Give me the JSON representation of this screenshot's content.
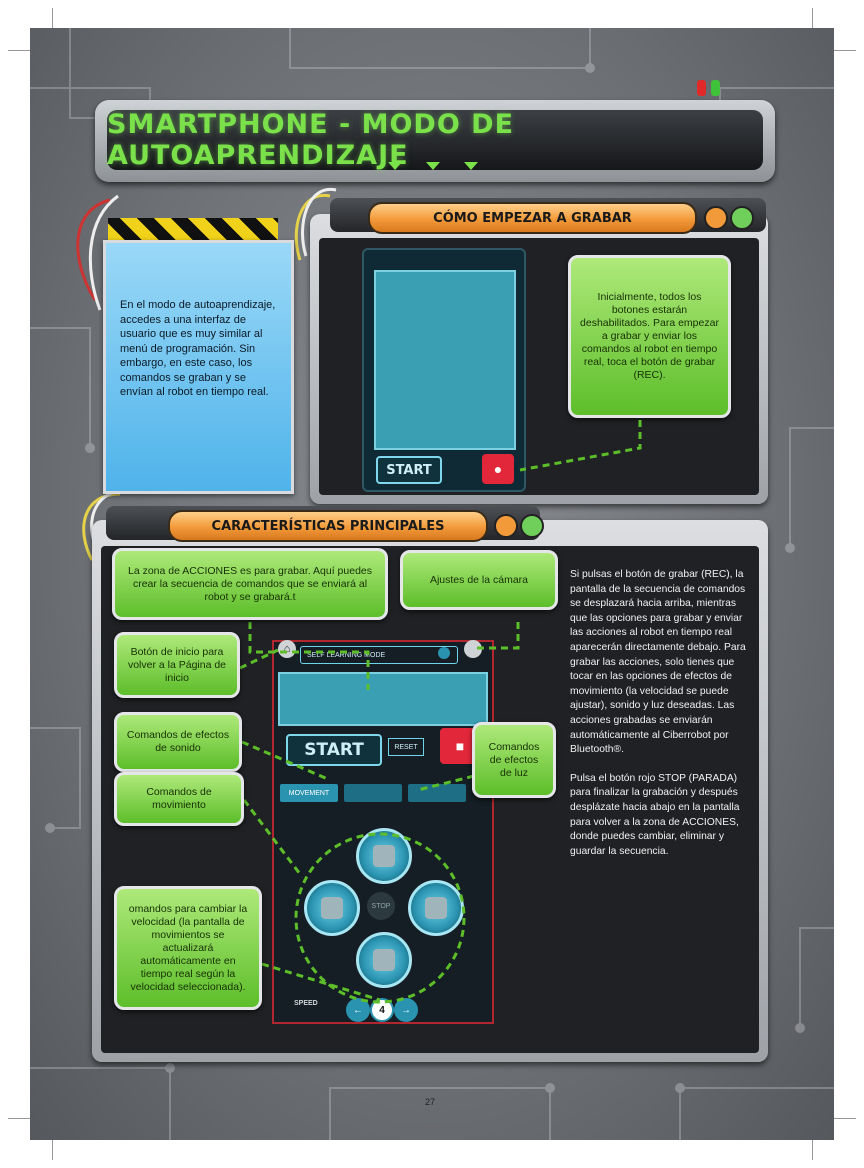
{
  "header": {
    "title": "SMARTPHONE - MODO DE AUTOAPRENDIZAJE"
  },
  "section_start": {
    "title": "CÓMO EMPEZAR A GRABAR",
    "intro_text": "En el modo de autoaprendizaje, accedes a una interfaz de usuario que es muy similar al menú de programación. Sin embargo, en este caso, los comandos se graban y se envían al robot en tiempo real.",
    "callout_text": "Inicialmente, todos los botones estarán deshabilitados. Para empezar a grabar y enviar los comandos al robot en tiempo real, toca el botón de grabar (REC).",
    "phone": {
      "start_label": "START",
      "rec_label": "REC"
    }
  },
  "section_features": {
    "title": "CARACTERÍSTICAS PRINCIPALES",
    "callouts": {
      "actions_zone": "La zona de ACCIONES es para grabar. Aquí puedes crear la secuencia de comandos que se enviará al robot y se grabará.t",
      "camera": "Ajustes de la cámara",
      "home": "Botón de inicio para volver a la Página de inicio",
      "sound": "Comandos de efectos de sonido",
      "light": "Comandos de efectos de luz",
      "movement": "Comandos de movimiento",
      "speed": "omandos para cambiar la velocidad (la pantalla de movimientos se actualizará automáticamente en tiempo real según la velocidad seleccionada)."
    },
    "description_p1": "Si pulsas el botón de grabar (REC), la pantalla de la secuencia de comandos se desplazará hacia arriba, mientras que las opciones para grabar y enviar las acciones al robot en tiempo real aparecerán directamente debajo. Para grabar las acciones, solo tienes que tocar en las opciones de efectos de movimiento (la velocidad se puede ajustar), sonido y luz deseadas. Las acciones grabadas se enviarán automáticamente al Ciberrobot por Bluetooth®.",
    "description_p2": "Pulsa el botón rojo STOP (PARADA) para finalizar la grabación y después desplázate hacia abajo en la pantalla para volver a la zona de ACCIONES, donde puedes cambiar, eliminar y guardar la secuencia.",
    "phone": {
      "mode_label": "SELF LEARNING MODE",
      "start_label": "START",
      "reset_label": "RESET",
      "stop_label": "STOP",
      "tab_movement": "MOVEMENT",
      "center_label": "STOP",
      "speed_label": "SPEED",
      "speed_value": "4"
    }
  },
  "footer": {
    "page_number": "27"
  },
  "colors": {
    "title_green": "#7be14a",
    "pill_orange": "#f29a3a",
    "callout_green": "#5dbe2a",
    "info_blue": "#4fb3ea",
    "rec_red": "#e2273a",
    "phone_cyan": "#2a93b0"
  }
}
